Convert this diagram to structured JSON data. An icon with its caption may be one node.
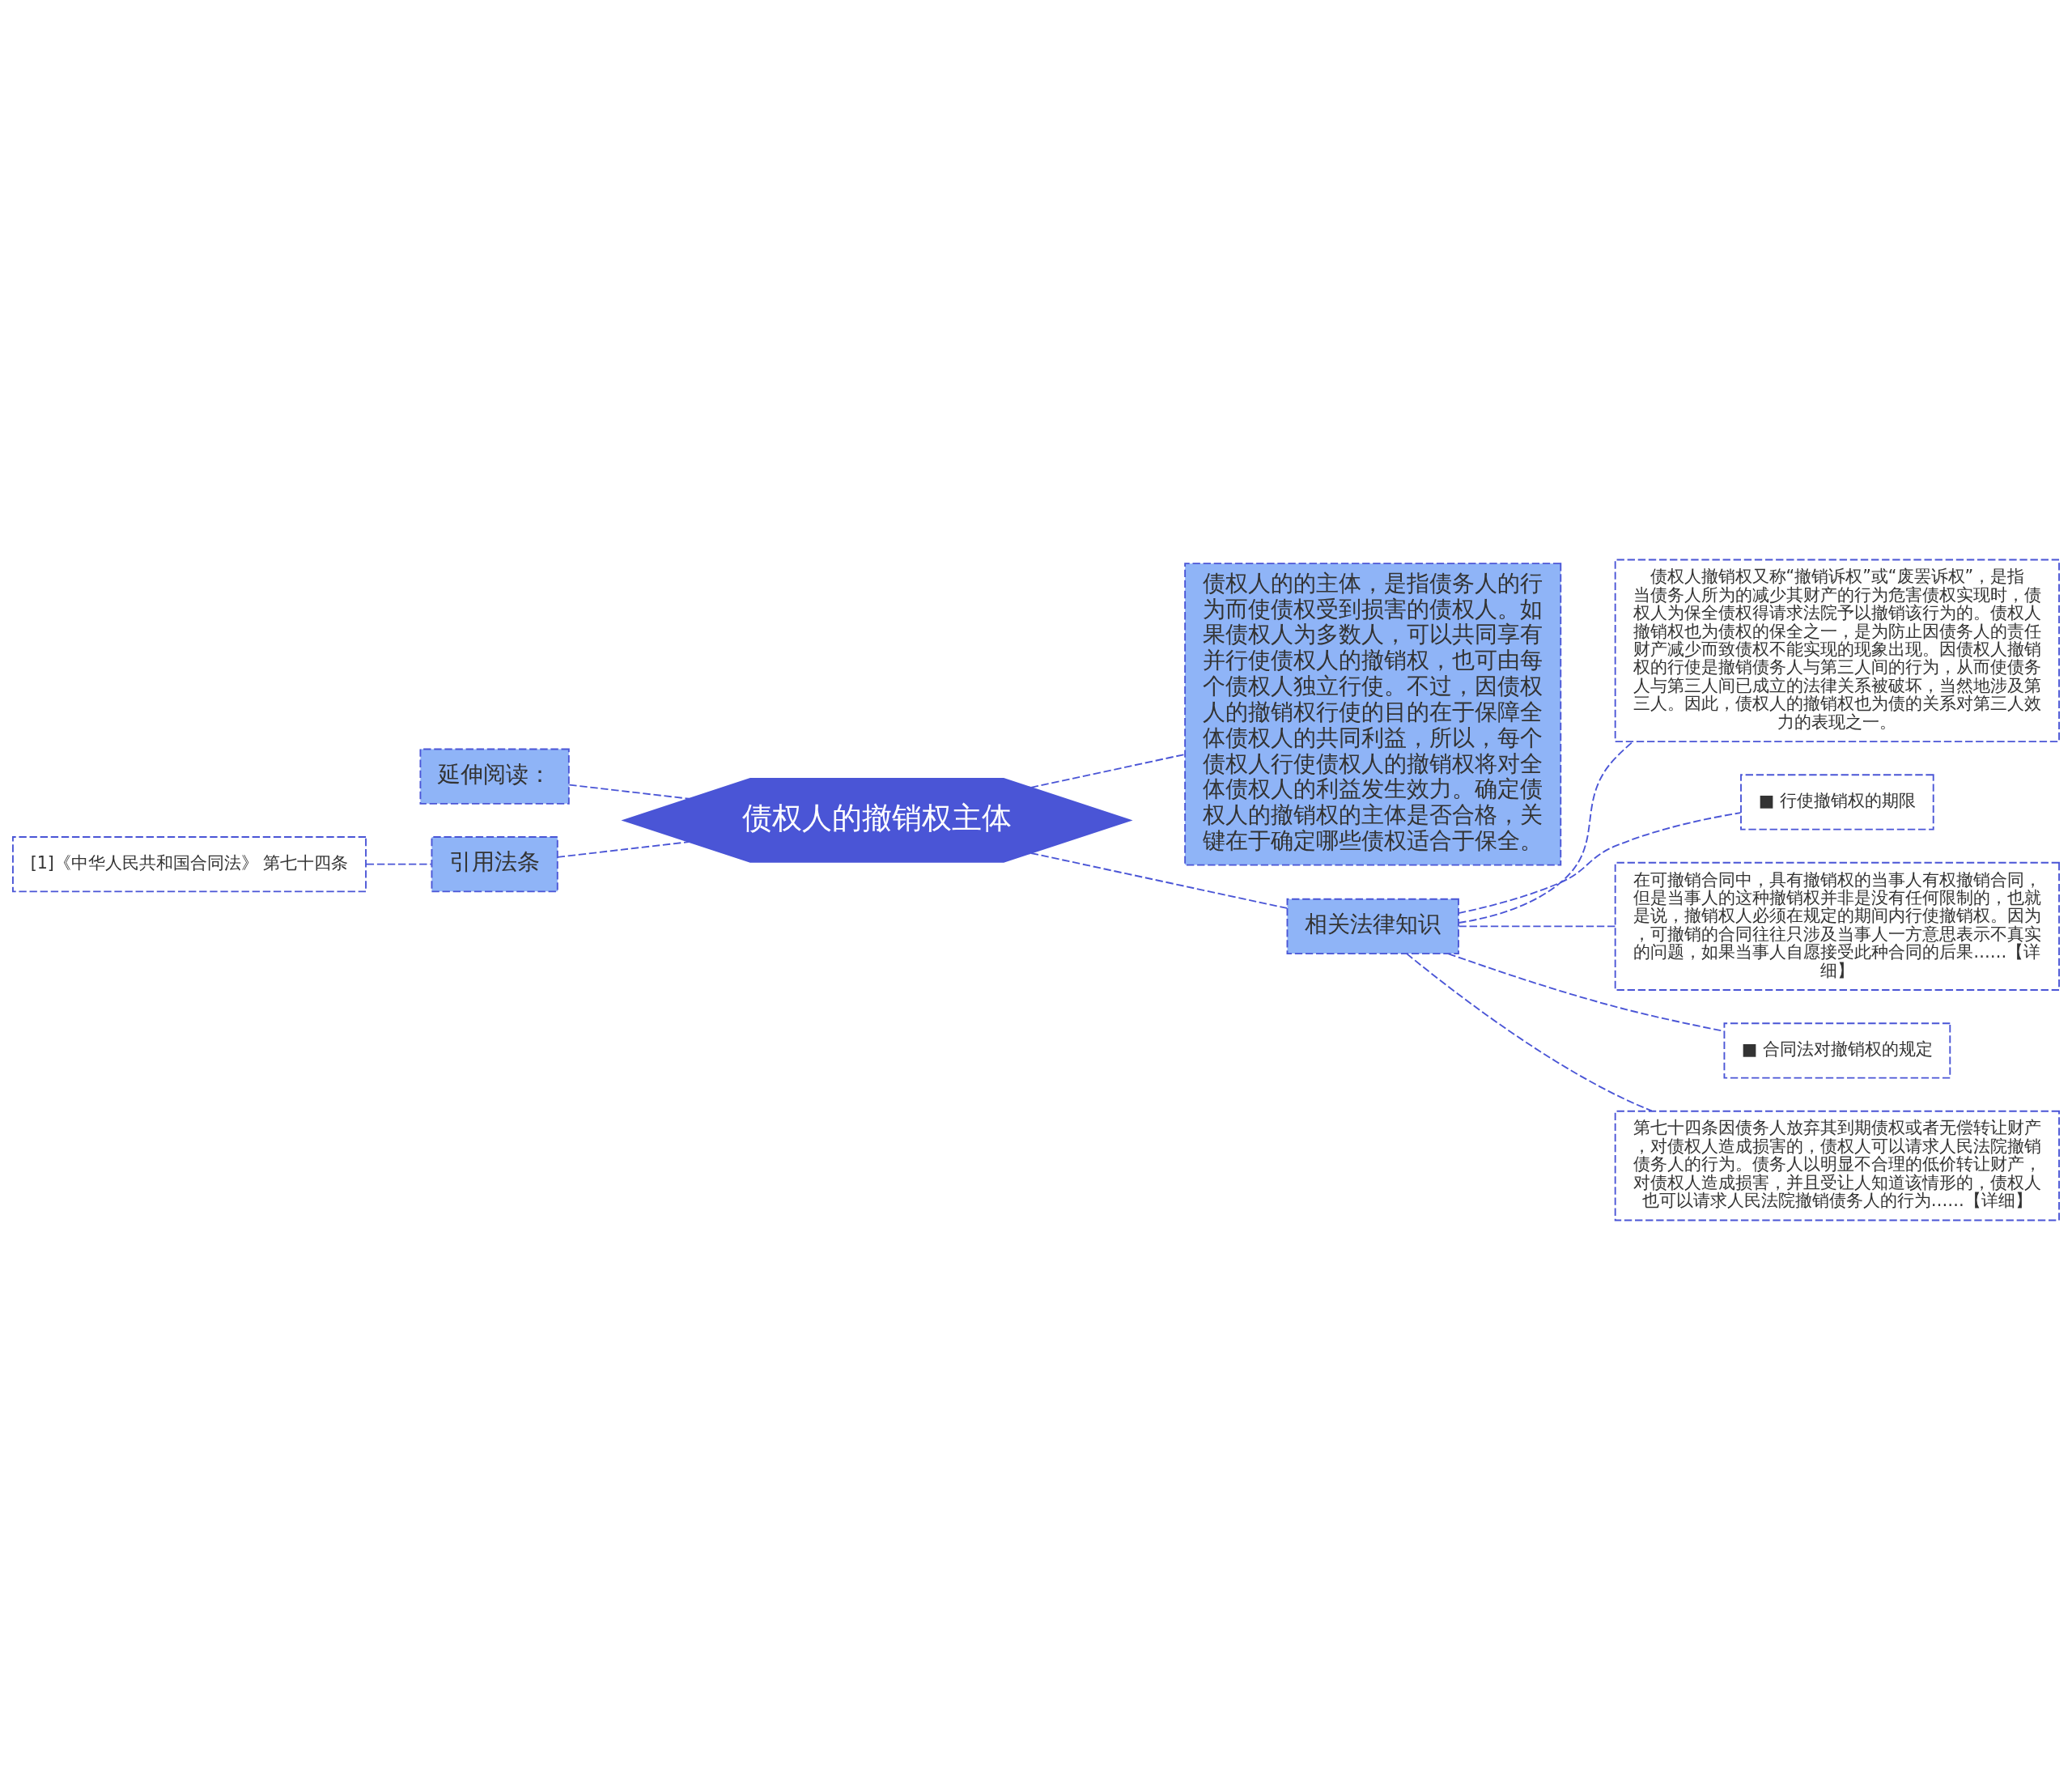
{
  "diagram": {
    "nodes": [
      {
        "text": [
          "债权人的撤销权主体"
        ]
      },
      {
        "text": [
          "债权人的的主体，是指债务人的行为而使债权受到损害的债权人。如果债权人为多数人，可以共同享有并行使债权人的撤销权，也可由每个债权人独立行使。不过，因债权人的撤销权行使的目的在于保障全体债权人的共同利益，所以，每个债权人行使债权人的撤销权将对全体债权人的利益发生效力。确定债权人的撤销权的主体是否合格，关键在于确定哪些债权适合于保全。"
        ]
      },
      {
        "text": [
          "相关法律知识"
        ]
      },
      {
        "text": [
          "债权人撤销权又称“撤销诉权”或“废罢诉权”，是指当债务人所为的减少其财产的行为危害债权实现时，债权人为保全债权得请求法院予以撤销该行为的。债权人撤销权也为债权的保全之一，是为防止因债务人的责任财产减少而致债权不能实现的现象出现。因债权人撤销权的行使是撤销债务人与第三人间的行为，从而使债务人与第三人间已成立的法律关系被破坏，当然地涉及第三人。因此，债权人的撤销权也为债的关系对第三人效力的表现之一。"
        ]
      },
      {
        "text": [
          "■ 行使撤销权的期限"
        ]
      },
      {
        "text": [
          "在可撤销合同中，具有撤销权的当事人有权撤销合同，但是当事人的这种撤销权并非是没有任何限制的，也就是说，撤销权人必须在规定的期间内行使撤销权。因为，可撤销的合同往往只涉及当事人一方意思表示不真实的问题，如果当事人自愿接受此种合同的后果……【详细】"
        ]
      },
      {
        "text": [
          "■ 合同法对撤销权的规定"
        ]
      },
      {
        "text": [
          "第七十四条因债务人放弃其到期债权或者无偿转让财产，对债权人造成损害的，债权人可以请求人民法院撤销债务人的行为。债务人以明显不合理的低价转让财产，对债权人造成损害，并且受让人知道该情形的，债权人也可以请求人民法院撤销债务人的行为……【详细】"
        ]
      },
      {
        "text": [
          "延伸阅读："
        ]
      },
      {
        "text": [
          "引用法条"
        ]
      },
      {
        "text": [
          "[1]《中华人民共和国合同法》 第七十四条"
        ]
      }
    ],
    "edges": [
      {
        "from": 0,
        "to": 1,
        "arrow": "none",
        "style": "dashed"
      },
      {
        "from": 0,
        "to": 2,
        "arrow": "none",
        "style": "dashed"
      },
      {
        "from": 2,
        "to": 3,
        "arrow": "none",
        "style": "dashed"
      },
      {
        "from": 2,
        "to": 4,
        "arrow": "none",
        "style": "dashed"
      },
      {
        "from": 2,
        "to": 5,
        "arrow": "none",
        "style": "dashed"
      },
      {
        "from": 2,
        "to": 6,
        "arrow": "none",
        "style": "dashed"
      },
      {
        "from": 2,
        "to": 7,
        "arrow": "none",
        "style": "dashed"
      },
      {
        "from": 8,
        "to": 0,
        "arrow": "none",
        "style": "dashed"
      },
      {
        "from": 9,
        "to": 0,
        "arrow": "none",
        "style": "dashed"
      },
      {
        "from": 10,
        "to": 9,
        "arrow": "none",
        "style": "dashed"
      }
    ]
  }
}
